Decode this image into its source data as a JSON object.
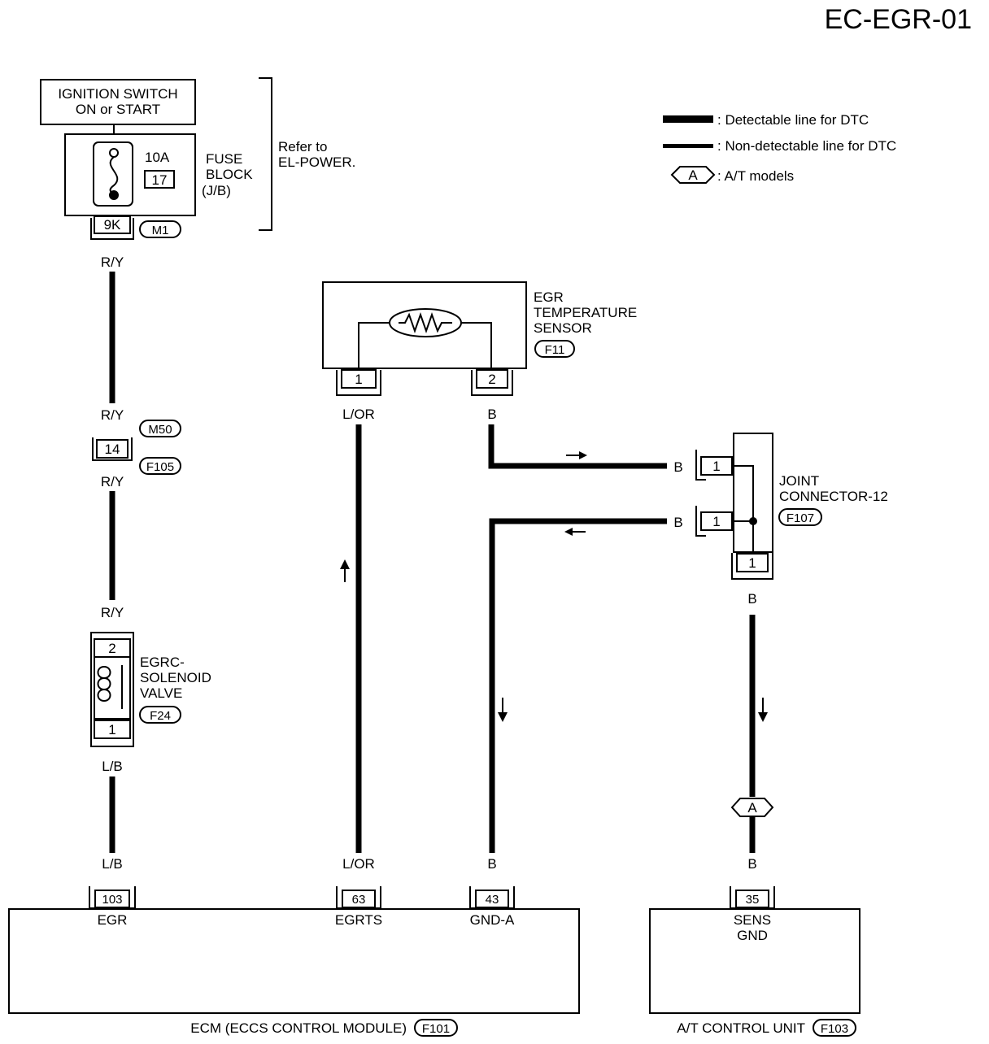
{
  "page_id": "EC-EGR-01",
  "legend": {
    "detectable": ": Detectable line for DTC",
    "non_detectable": ": Non-detectable line for DTC",
    "at_symbol": "A",
    "at_models": ": A/T models"
  },
  "ignition": {
    "line1": "IGNITION SWITCH",
    "line2": "ON or START"
  },
  "fuse": {
    "amps": "10A",
    "number": "17",
    "label1": "FUSE",
    "label2": "BLOCK",
    "label3": "(J/B)",
    "terminal": "9K",
    "connector": "M1"
  },
  "refer": {
    "line1": "Refer to",
    "line2": "EL-POWER."
  },
  "wire_colors": {
    "ry": "R/Y",
    "lb": "L/B",
    "lor": "L/OR",
    "b": "B"
  },
  "inline_connector": {
    "terminal": "14",
    "top": "M50",
    "bottom": "F105"
  },
  "solenoid": {
    "line1": "EGRC-",
    "line2": "SOLENOID",
    "line3": "VALVE",
    "connector": "F24",
    "pin_top": "2",
    "pin_bottom": "1"
  },
  "egr_sensor": {
    "line1": "EGR",
    "line2": "TEMPERATURE",
    "line3": "SENSOR",
    "connector": "F11",
    "pin1": "1",
    "pin2": "2"
  },
  "joint": {
    "line1": "JOINT",
    "line2": "CONNECTOR-12",
    "connector": "F107",
    "pin": "1"
  },
  "ecm": {
    "label": "ECM (ECCS  CONTROL  MODULE)",
    "connector": "F101",
    "pins": [
      {
        "num": "103",
        "name": "EGR"
      },
      {
        "num": "63",
        "name": "EGRTS"
      },
      {
        "num": "43",
        "name": "GND-A"
      }
    ]
  },
  "at_unit": {
    "label": "A/T CONTROL UNIT",
    "connector": "F103",
    "pin": "35",
    "name1": "SENS",
    "name2": "GND"
  },
  "at_marker": "A"
}
